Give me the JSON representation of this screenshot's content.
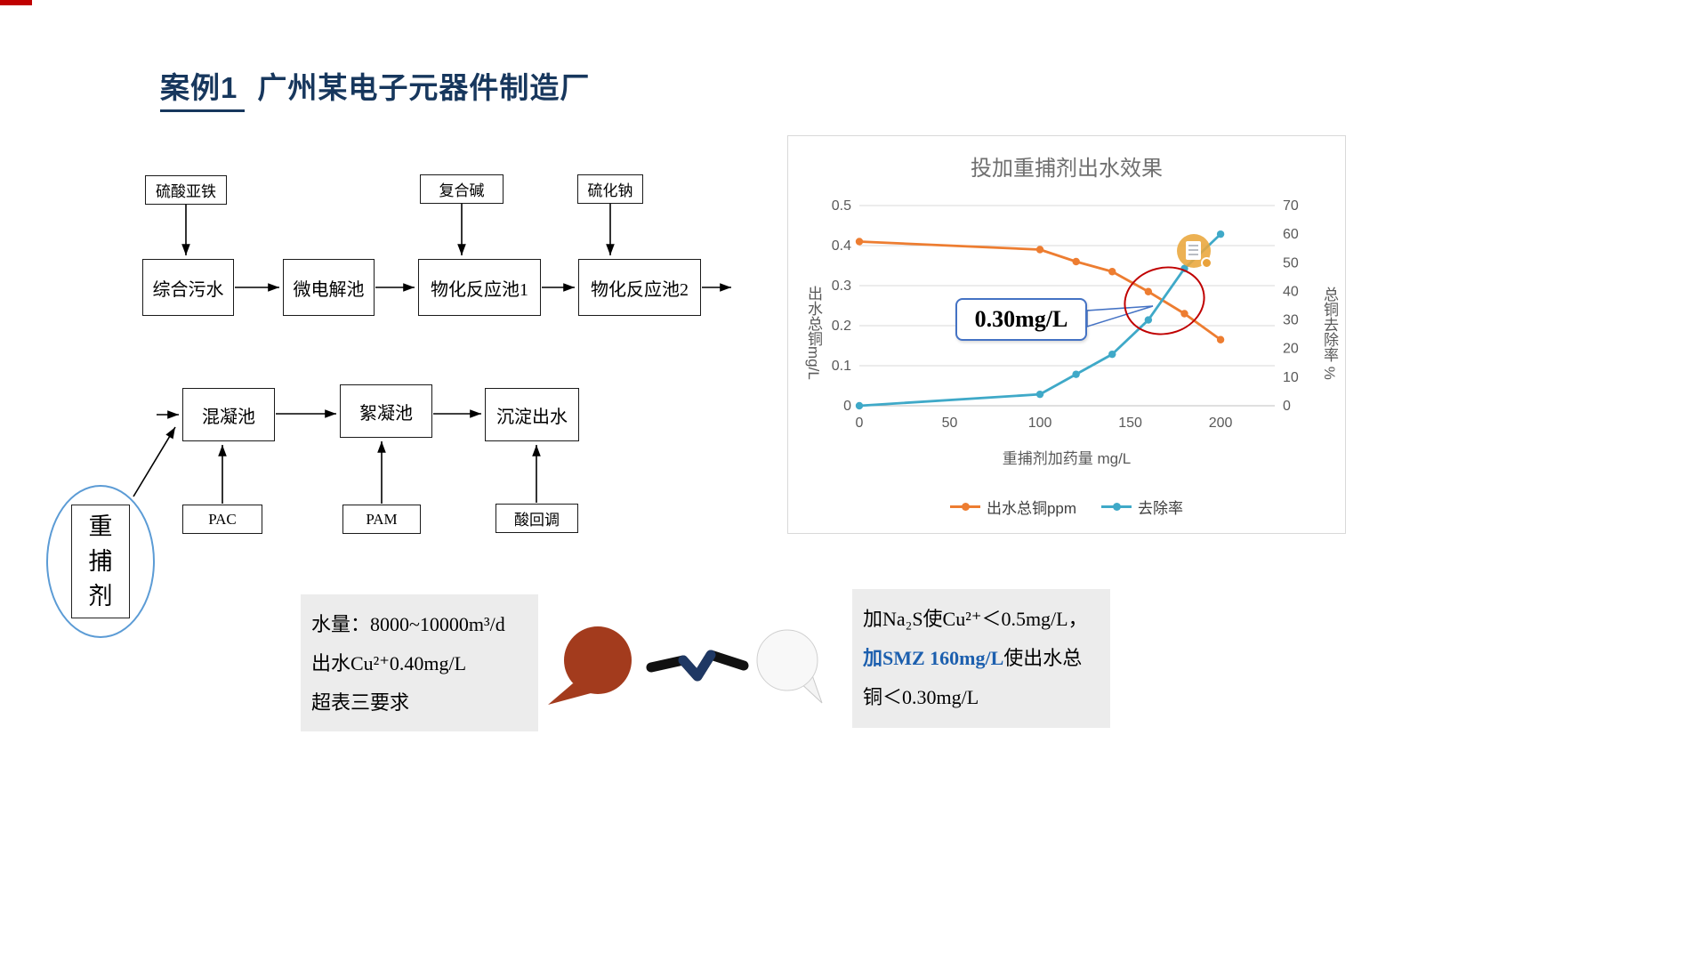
{
  "slide": {
    "accent_color": "#C00000",
    "title_part1": "案例1",
    "title_part2": "广州某电子元器件制造厂",
    "title_color": "#17375D"
  },
  "flowchart": {
    "chem_top": [
      "硫酸亚铁",
      "复合碱",
      "硫化钠"
    ],
    "process_row1": [
      "综合污水",
      "微电解池",
      "物化反应池1",
      "物化反应池2"
    ],
    "process_row2": [
      "混凝池",
      "絮凝池",
      "沉淀出水"
    ],
    "chem_bottom": [
      "PAC",
      "PAM",
      "酸回调"
    ],
    "capture_agent": "重\n捕\n剂"
  },
  "chart_data": {
    "type": "line",
    "title": "投加重捕剂出水效果",
    "xlabel": "重捕剂加药量 mg/L",
    "ylabel_left": "出水总铜mg/L",
    "ylabel_right": "总铜去除率 %",
    "x": [
      0,
      100,
      120,
      140,
      160,
      180,
      200
    ],
    "series": [
      {
        "name": "出水总铜ppm",
        "axis": "left",
        "color": "#ED7D31",
        "values": [
          0.41,
          0.39,
          0.36,
          0.335,
          0.285,
          0.23,
          0.165
        ]
      },
      {
        "name": "去除率",
        "axis": "right",
        "color": "#3FA9C8",
        "values": [
          0,
          4,
          11,
          18,
          30,
          48,
          60
        ]
      }
    ],
    "xlim": [
      0,
      230
    ],
    "x_ticks": [
      0,
      50,
      100,
      150,
      200
    ],
    "ylim_left": [
      0,
      0.5
    ],
    "y_ticks_left": [
      0,
      0.1,
      0.2,
      0.3,
      0.4,
      0.5
    ],
    "ylim_right": [
      0,
      70
    ],
    "y_ticks_right": [
      0,
      10,
      20,
      30,
      40,
      50,
      60,
      70
    ],
    "grid": true,
    "legend_position": "bottom",
    "annotation": {
      "callout_text": "0.30mg/L",
      "circle_at_x": 168,
      "circle_color": "#C00000"
    }
  },
  "notes": {
    "left": {
      "lines": [
        "水量：8000~10000m³/d",
        "出水Cu²⁺0.40mg/L",
        "超表三要求"
      ]
    },
    "right": {
      "line1": "加Na₂S使Cu²⁺＜0.5mg/L，",
      "line2_highlight": "加SMZ 160mg/L",
      "line2_rest": "使出水总",
      "line3": "铜＜0.30mg/L",
      "highlight_color": "#1C5FAE"
    }
  }
}
